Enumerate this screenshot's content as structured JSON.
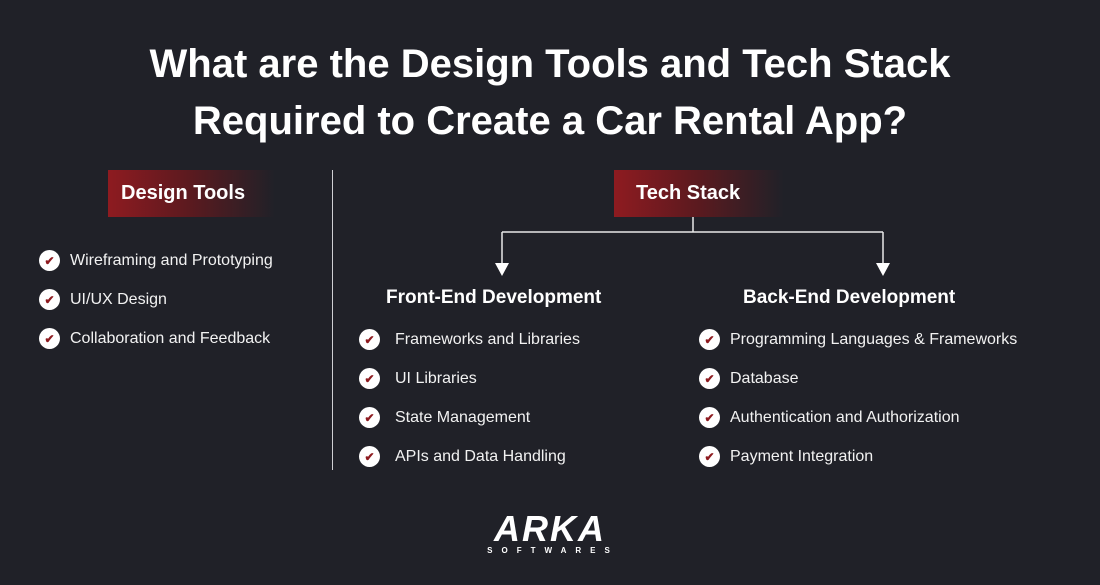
{
  "title": {
    "line1": "What are the Design Tools and Tech Stack",
    "line2": "Required to Create a Car Rental App?"
  },
  "design_tools": {
    "label": "Design Tools",
    "items": [
      "Wireframing and Prototyping",
      "UI/UX Design",
      "Collaboration and Feedback"
    ]
  },
  "tech_stack": {
    "label": "Tech Stack",
    "front_end": {
      "label": "Front-End Development",
      "items": [
        "Frameworks and Libraries",
        "UI Libraries",
        "State Management",
        "APIs and Data Handling"
      ]
    },
    "back_end": {
      "label": "Back-End Development",
      "items": [
        "Programming Languages & Frameworks",
        "Database",
        "Authentication and Authorization",
        "Payment Integration"
      ]
    }
  },
  "logo": {
    "name": "ARKA",
    "tagline": "SOFTWARES"
  },
  "colors": {
    "background": "#202128",
    "accent": "#8e1b20"
  }
}
